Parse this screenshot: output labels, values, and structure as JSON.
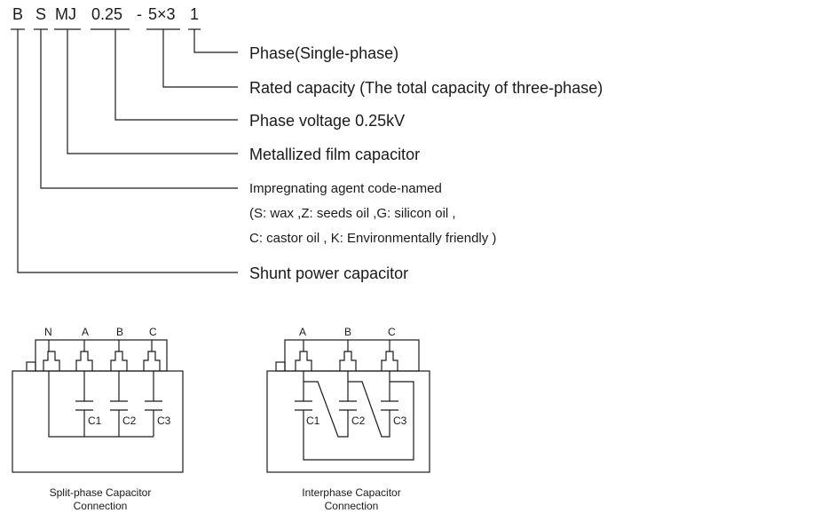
{
  "model_code": {
    "letters": [
      "B",
      "S",
      "MJ",
      "0.25",
      "-",
      "5×3",
      "1"
    ]
  },
  "descriptions": {
    "phase": "Phase(Single-phase)",
    "rated_capacity": "Rated capacity (The total capacity of three-phase)",
    "phase_voltage": "Phase voltage 0.25kV",
    "metallized": "Metallized film capacitor",
    "impregnating_title": "Impregnating agent code-named",
    "impregnating_line1": "(S: wax ,Z: seeds oil ,G: silicon oil ,",
    "impregnating_line2": "C: castor oil , K: Environmentally friendly )",
    "shunt": "Shunt power capacitor"
  },
  "split_phase": {
    "terminals": [
      "N",
      "A",
      "B",
      "C"
    ],
    "capacitors": [
      "C1",
      "C2",
      "C3"
    ],
    "caption_line1": "Split-phase Capacitor",
    "caption_line2": "Connection"
  },
  "interphase": {
    "terminals": [
      "A",
      "B",
      "C"
    ],
    "capacitors": [
      "C1",
      "C2",
      "C3"
    ],
    "caption_line1": "Interphase  Capacitor",
    "caption_line2": "Connection"
  }
}
